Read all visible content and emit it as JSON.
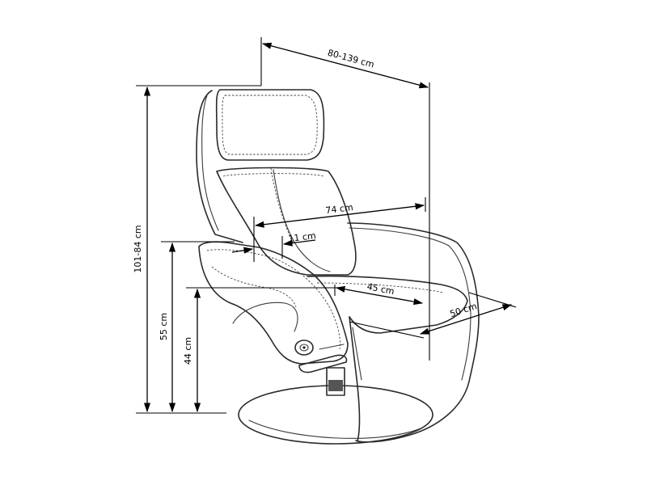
{
  "diagram": {
    "dimensions": {
      "width": "80-139 cm",
      "height": "101-84 cm",
      "armrest_height": "55 cm",
      "seat_height": "44 cm",
      "seat_depth": "45 cm",
      "seat_width": "50 cm",
      "inner_width": "74 cm",
      "armrest_width": "11 cm"
    },
    "colors": {
      "line": "#000000",
      "outline": "#2a2a2a",
      "background": "#ffffff"
    }
  }
}
